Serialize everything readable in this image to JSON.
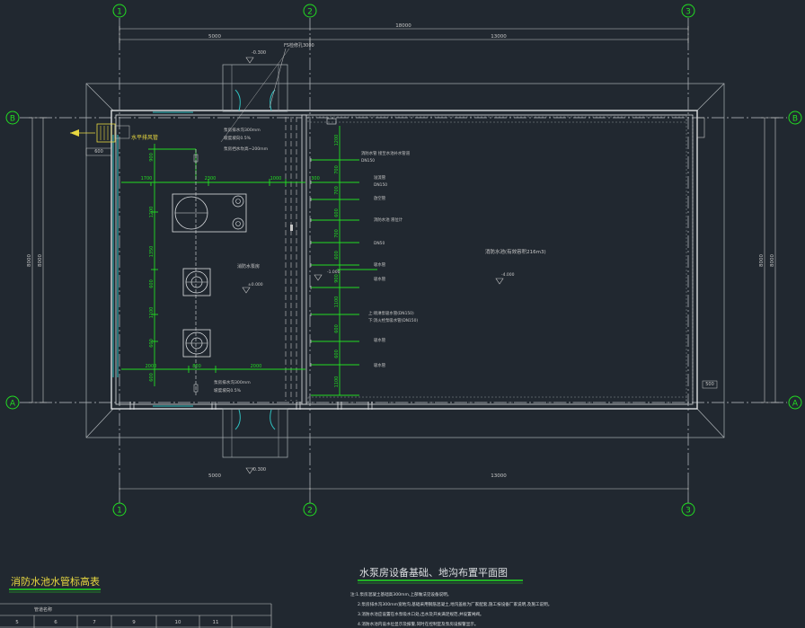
{
  "grid": {
    "axes_x": [
      "1",
      "2",
      "3"
    ],
    "axes_y": [
      "B",
      "A"
    ]
  },
  "dims": {
    "top_total": "18000",
    "top_seg_left": "5000",
    "top_seg_right": "13000",
    "bottom_seg_left": "5000",
    "bottom_seg_right": "13000",
    "left_height_outer": "8000",
    "left_height_inner": "8000",
    "right_height_inner": "8000",
    "right_height_outer": "8000",
    "left_offset": "600",
    "right_offset": "500"
  },
  "pump_room": {
    "horiz_dims_top": [
      "1700",
      "2300",
      "1000",
      "300"
    ],
    "horiz_dims_bottom": [
      "2000",
      "800",
      "2000"
    ],
    "vert_dims": [
      "900",
      "1200",
      "1350",
      "600",
      "1100",
      "600",
      "600"
    ],
    "room_label": "消防水泵房",
    "level_mark": "±0.000",
    "note_top_1": "泵房排水沟300mm",
    "note_top_2": "坡度坡向0.5%",
    "note_top_3": "泵房挡水坎高~200mm",
    "note_bottom_1": "泵房排水沟300mm",
    "note_bottom_2": "坡度坡向0.5%",
    "vent_label": "水平排风管",
    "top_notch": "FS检修孔3000",
    "elev_top": "-0.300",
    "elev_bottom": "-0.300"
  },
  "pipes": {
    "left_dims": [
      "1200",
      "700",
      "700",
      "600",
      "700",
      "600",
      "900",
      "1100",
      "600",
      "600",
      "1100"
    ],
    "labels": [
      "消防水管 接至水池补水管道",
      "DN150",
      "溢流管",
      "DN150",
      "放空管",
      "消防水池 液位计",
      "DN50",
      "吸水管",
      "吸水管",
      "上:喷淋泵吸水管(DN150)",
      "下:消火栓泵吸水管(DN150)",
      "吸水管",
      "吸水管"
    ],
    "elev_mark": "-1.000"
  },
  "tank": {
    "label": "消防水池(有效容积216m3)",
    "level_mark": "-4.000"
  },
  "titles": {
    "table_title": "消防水池水管标高表",
    "drawing_title": "水泵房设备基础、地沟布置平面图"
  },
  "table": {
    "header": "管道名称",
    "columns": [
      "5",
      "6",
      "7",
      "9",
      "10",
      "11"
    ]
  },
  "notes": [
    "注:1.泵房混凝土基础高300mm,上部做法见设备说明。",
    "2.泵房排水沟300mm宽地沟,基础采用钢筋混凝土,地沟盖板为厂家配套,施工按设备厂家说明,及施工说明。",
    "3.消防水池应设置在水泵吸水口处,出水及开关满足规范,并设置闸阀。",
    "4.消防水池内设水位显示及报警,同时在控制室及泵房设报警显示。"
  ],
  "colors": {
    "background": "#212830",
    "grid_line": "#c8ccd0",
    "wall": "#d8dadc",
    "accent_green": "#22dd22",
    "accent_cyan": "#30c0c0",
    "dim_text": "#c8c8c8",
    "note_yellow": "#e8d840"
  }
}
